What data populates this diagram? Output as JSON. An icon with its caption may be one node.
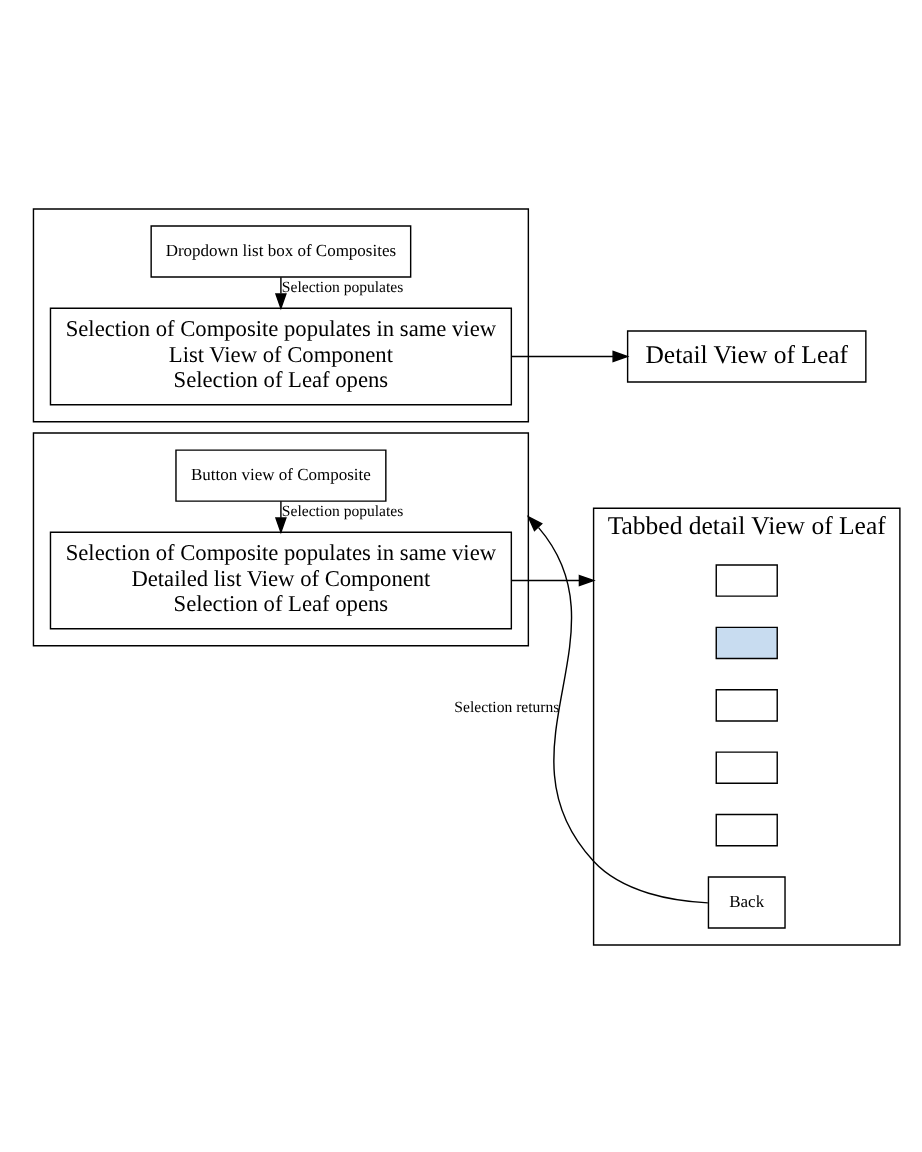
{
  "diagram": {
    "nodes": [
      {
        "text": [],
        "shape": "box"
      },
      {
        "text": [
          "Dropdown list box of Composites"
        ],
        "in": 0
      },
      {
        "text": [
          "Selection of Composite populates in same view",
          "List View of Component",
          "Selection of Leaf opens"
        ],
        "in": 0
      },
      {
        "text": [
          "Detail View of Leaf"
        ]
      },
      {
        "text": [],
        "shape": "box"
      },
      {
        "text": [
          "Button view of Composite"
        ],
        "in": 4
      },
      {
        "text": [
          "Selection of Composite populates in same view",
          "Detailed list View of Component",
          "Selection of Leaf opens"
        ],
        "in": 4
      },
      {
        "text": [
          "Tabbed detail View of Leaf"
        ]
      },
      {
        "text": [],
        "shape": "box",
        "in": 7
      },
      {
        "text": [],
        "shape": "box",
        "in": 7
      },
      {
        "text": [],
        "shape": "box",
        "in": 7
      },
      {
        "text": [],
        "shape": "box",
        "in": 7
      },
      {
        "text": [],
        "shape": "box",
        "in": 7
      },
      {
        "text": [
          "Back"
        ],
        "in": 7
      }
    ],
    "edges": [
      {
        "from": 1,
        "to": 2,
        "arrow": "to",
        "label": "Selection populates"
      },
      {
        "from": 2,
        "to": 3,
        "arrow": "to"
      },
      {
        "from": 5,
        "to": 6,
        "arrow": "to",
        "label": "Selection populates"
      },
      {
        "from": 6,
        "to": 7,
        "arrow": "to"
      },
      {
        "from": 13,
        "to": 4,
        "arrow": "to",
        "label": "Selection returns"
      }
    ]
  }
}
